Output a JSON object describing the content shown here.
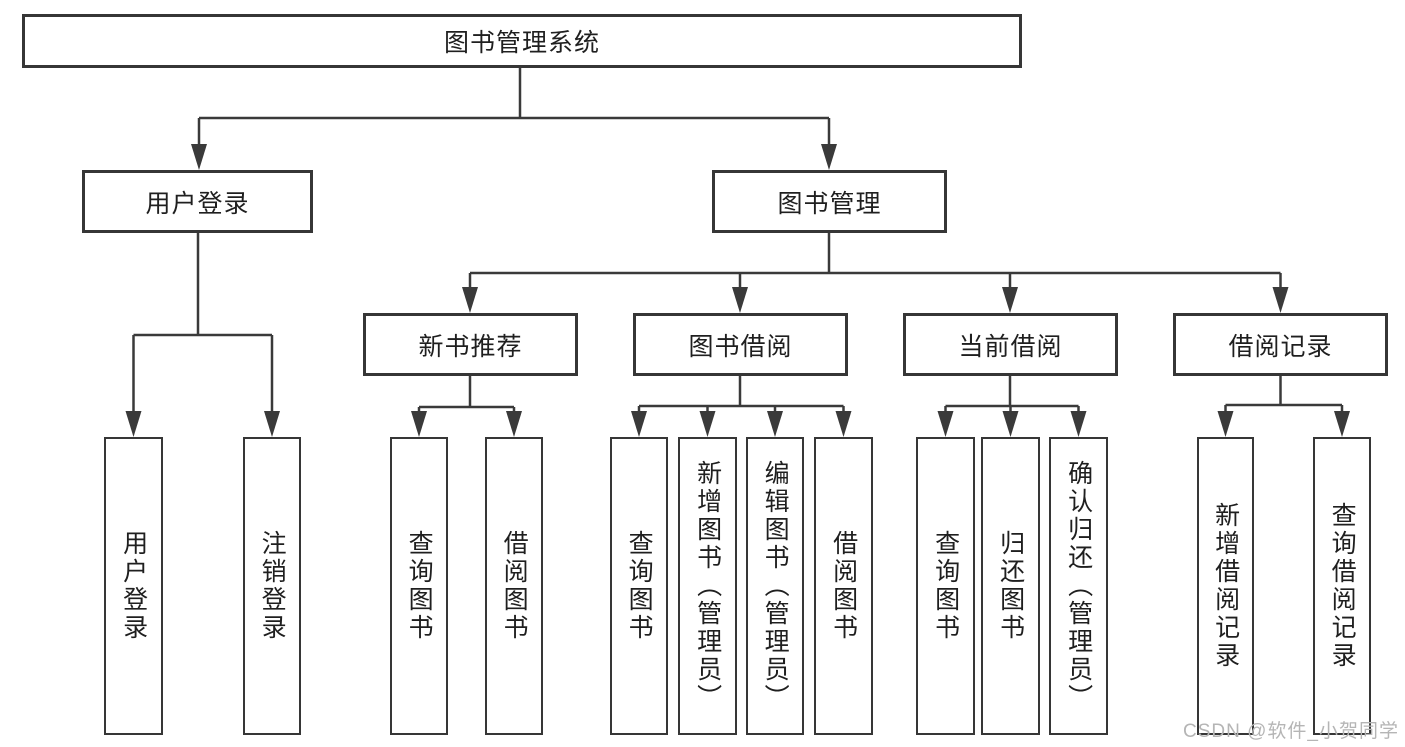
{
  "diagram": {
    "type": "hierarchy-tree",
    "colors": {
      "line": "#3a3a3a",
      "border": "#363636",
      "text": "#1f1f1f",
      "background": "#ffffff",
      "watermark": "#b5b5b5"
    },
    "root": {
      "label": "图书管理系统"
    },
    "level2": [
      {
        "label": "用户登录"
      },
      {
        "label": "图书管理"
      }
    ],
    "level3": [
      {
        "label": "新书推荐"
      },
      {
        "label": "图书借阅"
      },
      {
        "label": "当前借阅"
      },
      {
        "label": "借阅记录"
      }
    ],
    "leaves": {
      "user_login": [
        {
          "label": "用户登录"
        },
        {
          "label": "注销登录"
        }
      ],
      "new_book": [
        {
          "label": "查询图书"
        },
        {
          "label": "借阅图书"
        }
      ],
      "book_borrow": [
        {
          "label": "查询图书"
        },
        {
          "label": "新增图书（管理员）"
        },
        {
          "label": "编辑图书（管理员）"
        },
        {
          "label": "借阅图书"
        }
      ],
      "current_borrow": [
        {
          "label": "查询图书"
        },
        {
          "label": "归还图书"
        },
        {
          "label": "确认归还（管理员）"
        }
      ],
      "borrow_records": [
        {
          "label": "新增借阅记录"
        },
        {
          "label": "查询借阅记录"
        }
      ]
    },
    "watermark": "CSDN @软件_小贺同学"
  }
}
